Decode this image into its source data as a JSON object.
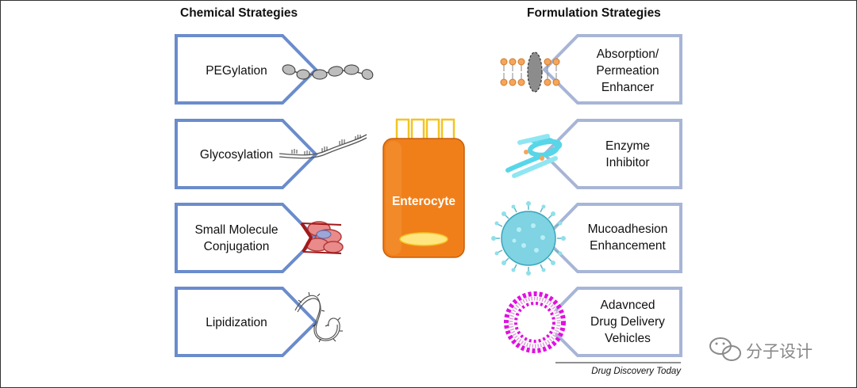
{
  "headings": {
    "chemical": "Chemical Strategies",
    "formulation": "Formulation Strategies"
  },
  "chemical_strategies": [
    {
      "lines": [
        "PEGylation"
      ],
      "icon": "peg-chain-icon"
    },
    {
      "lines": [
        "Glycosylation"
      ],
      "icon": "glycan-chain-icon"
    },
    {
      "lines": [
        "Small Molecule",
        "Conjugation"
      ],
      "icon": "protein-conjugate-icon"
    },
    {
      "lines": [
        "Lipidization"
      ],
      "icon": "lipid-chain-icon"
    }
  ],
  "formulation_strategies": [
    {
      "lines": [
        "Absorption/",
        "Permeation",
        "Enhancer"
      ],
      "icon": "lipid-bilayer-icon"
    },
    {
      "lines": [
        "Enzyme",
        "Inhibitor"
      ],
      "icon": "helix-icon"
    },
    {
      "lines": [
        "Mucoadhesion",
        "Enhancement"
      ],
      "icon": "mucoadhesive-particle-icon"
    },
    {
      "lines": [
        "Adavnced",
        "Drug Delivery",
        "Vehicles"
      ],
      "icon": "liposome-icon"
    }
  ],
  "center_cell": {
    "label": "Enterocyte",
    "icon": "enterocyte-cell-icon"
  },
  "source": "Drug Discovery Today",
  "watermark": "分子设计",
  "colors": {
    "chemical_border": "#6b8ccc",
    "formulation_border": "#a7b5d6",
    "cell_orange": "#f07f1a",
    "cell_yellow": "#ffe680"
  }
}
